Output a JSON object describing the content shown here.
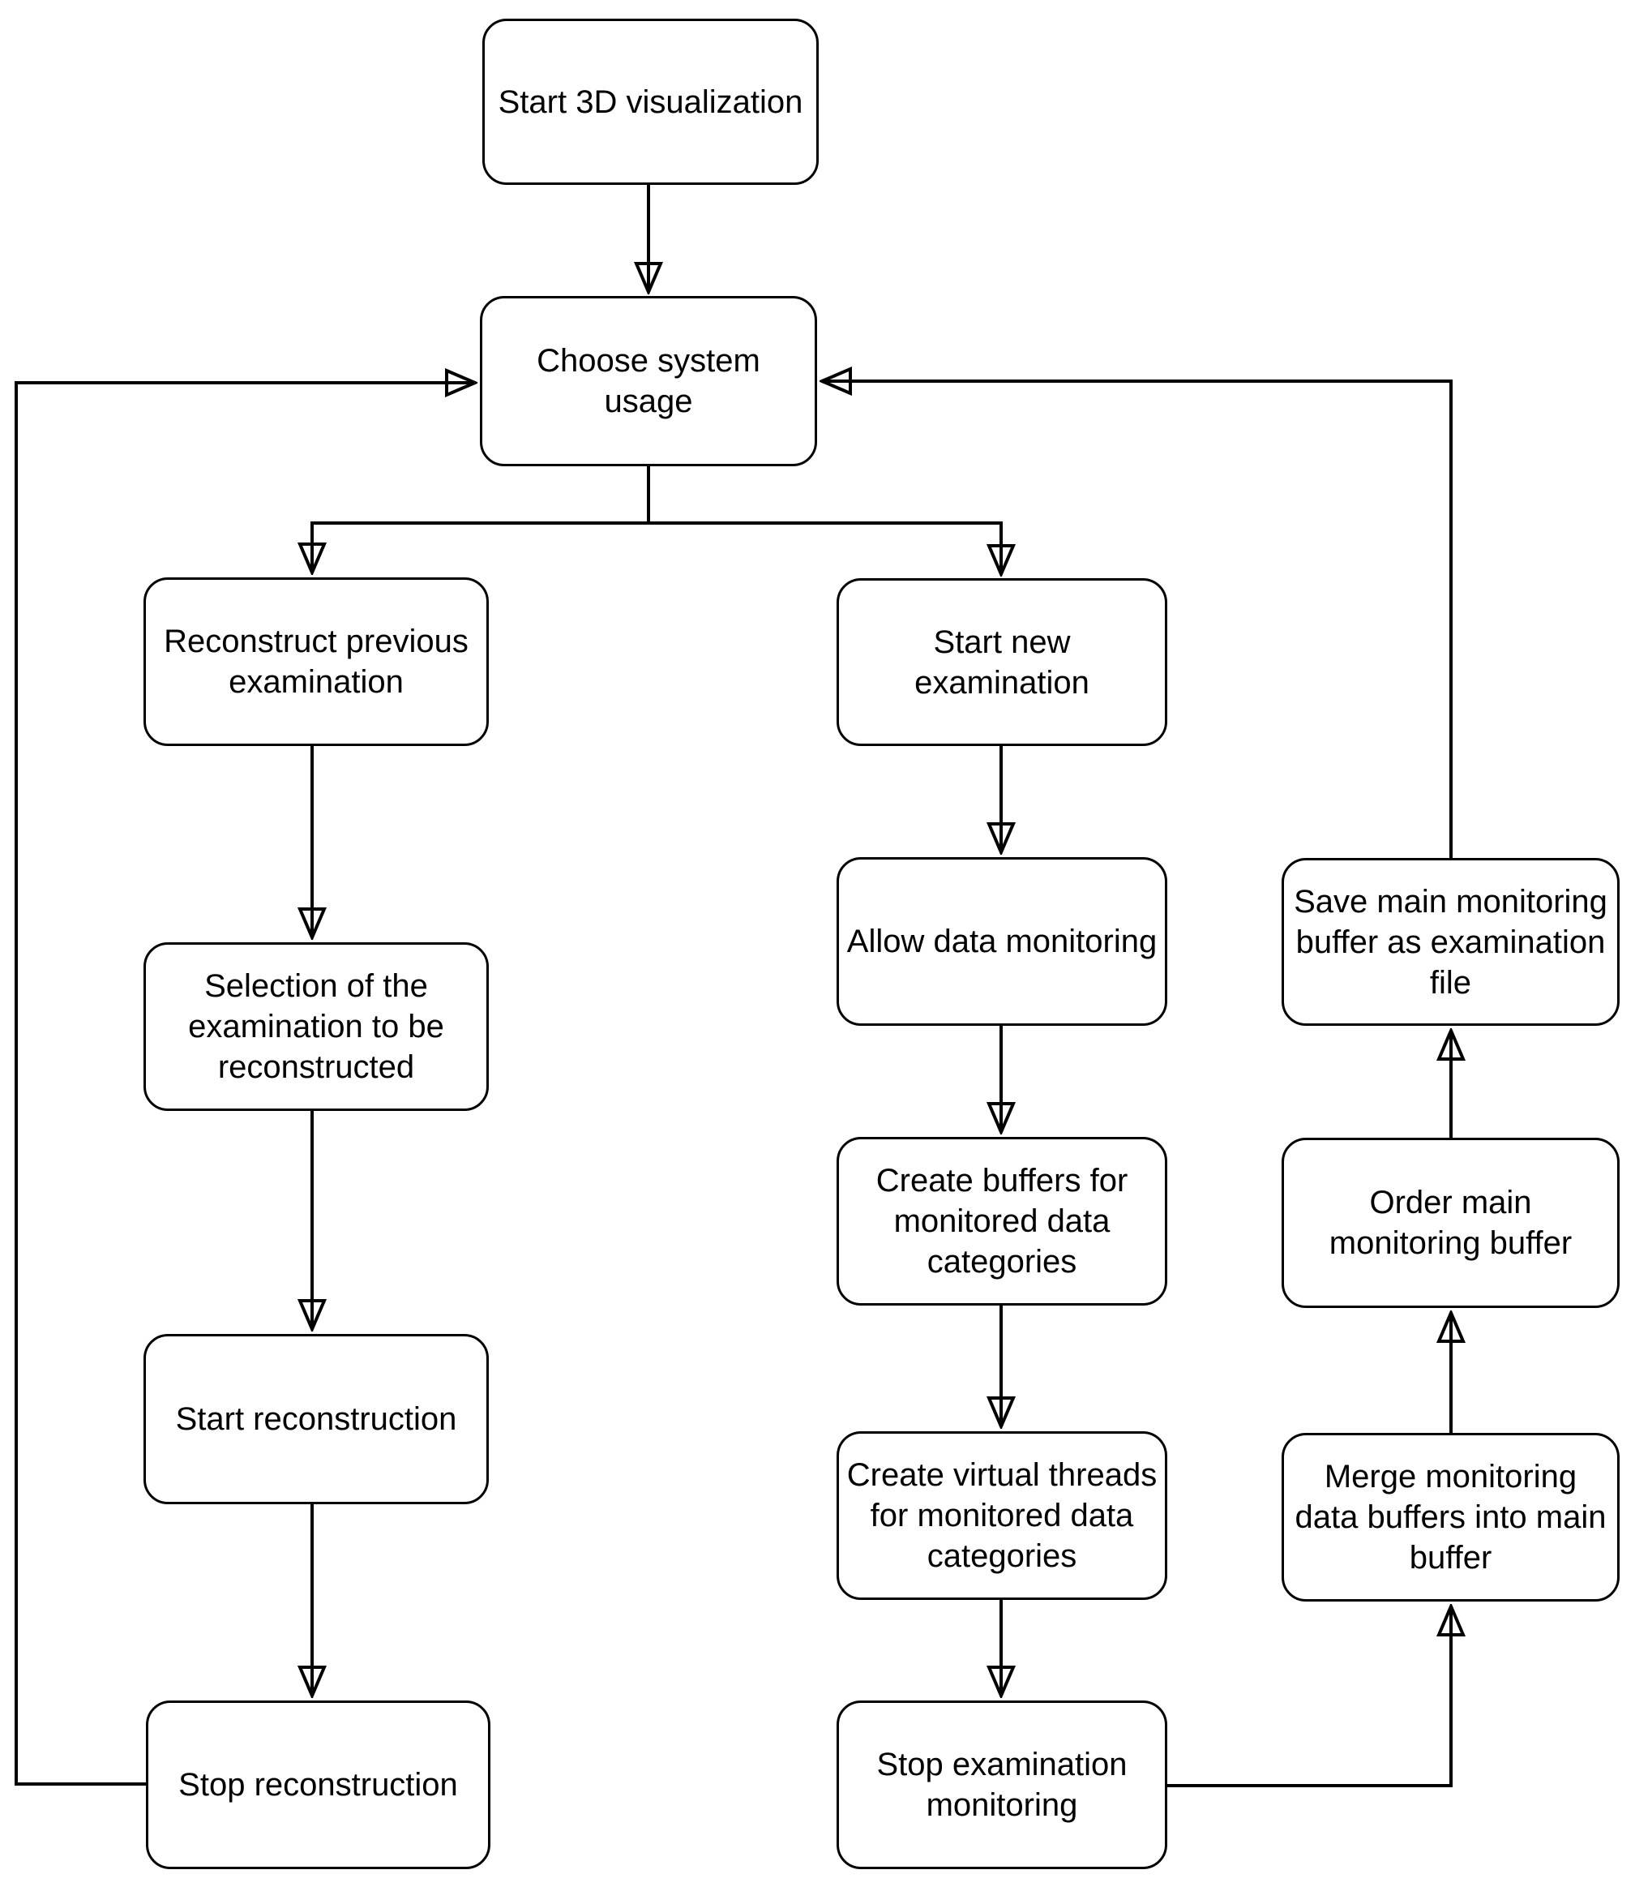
{
  "diagram": {
    "type": "flowchart",
    "colors": {
      "background": "#ffffff",
      "node_fill": "#ffffff",
      "node_border": "#000000",
      "line": "#000000",
      "text": "#000000"
    },
    "nodes": [
      {
        "id": "start-3d-visualization",
        "label": "Start 3D visualization"
      },
      {
        "id": "choose-system-usage",
        "label": "Choose system\nusage"
      },
      {
        "id": "reconstruct-previous-examination",
        "label": "Reconstruct previous\nexamination"
      },
      {
        "id": "selection-of-examination",
        "label": "Selection of the\nexamination to be\nreconstructed"
      },
      {
        "id": "start-reconstruction",
        "label": "Start reconstruction"
      },
      {
        "id": "stop-reconstruction",
        "label": "Stop reconstruction"
      },
      {
        "id": "start-new-examination",
        "label": "Start new\nexamination"
      },
      {
        "id": "allow-data-monitoring",
        "label": "Allow data monitoring"
      },
      {
        "id": "create-buffers",
        "label": "Create buffers for\nmonitored data\ncategories"
      },
      {
        "id": "create-virtual-threads",
        "label": "Create virtual threads\nfor monitored data\ncategories"
      },
      {
        "id": "stop-examination-monitoring",
        "label": "Stop examination\nmonitoring"
      },
      {
        "id": "merge-monitoring-buffers",
        "label": "Merge monitoring\ndata buffers into main\nbuffer"
      },
      {
        "id": "order-main-monitoring-buffer",
        "label": "Order main\nmonitoring buffer"
      },
      {
        "id": "save-main-monitoring-buffer",
        "label": "Save main monitoring\nbuffer as examination\nfile"
      }
    ],
    "edges": [
      {
        "from": "start-3d-visualization",
        "to": "choose-system-usage"
      },
      {
        "from": "choose-system-usage",
        "to": "reconstruct-previous-examination"
      },
      {
        "from": "choose-system-usage",
        "to": "start-new-examination"
      },
      {
        "from": "reconstruct-previous-examination",
        "to": "selection-of-examination"
      },
      {
        "from": "selection-of-examination",
        "to": "start-reconstruction"
      },
      {
        "from": "start-reconstruction",
        "to": "stop-reconstruction"
      },
      {
        "from": "stop-reconstruction",
        "to": "choose-system-usage"
      },
      {
        "from": "start-new-examination",
        "to": "allow-data-monitoring"
      },
      {
        "from": "allow-data-monitoring",
        "to": "create-buffers"
      },
      {
        "from": "create-buffers",
        "to": "create-virtual-threads"
      },
      {
        "from": "create-virtual-threads",
        "to": "stop-examination-monitoring"
      },
      {
        "from": "stop-examination-monitoring",
        "to": "merge-monitoring-buffers"
      },
      {
        "from": "merge-monitoring-buffers",
        "to": "order-main-monitoring-buffer"
      },
      {
        "from": "order-main-monitoring-buffer",
        "to": "save-main-monitoring-buffer"
      },
      {
        "from": "save-main-monitoring-buffer",
        "to": "choose-system-usage"
      }
    ]
  }
}
